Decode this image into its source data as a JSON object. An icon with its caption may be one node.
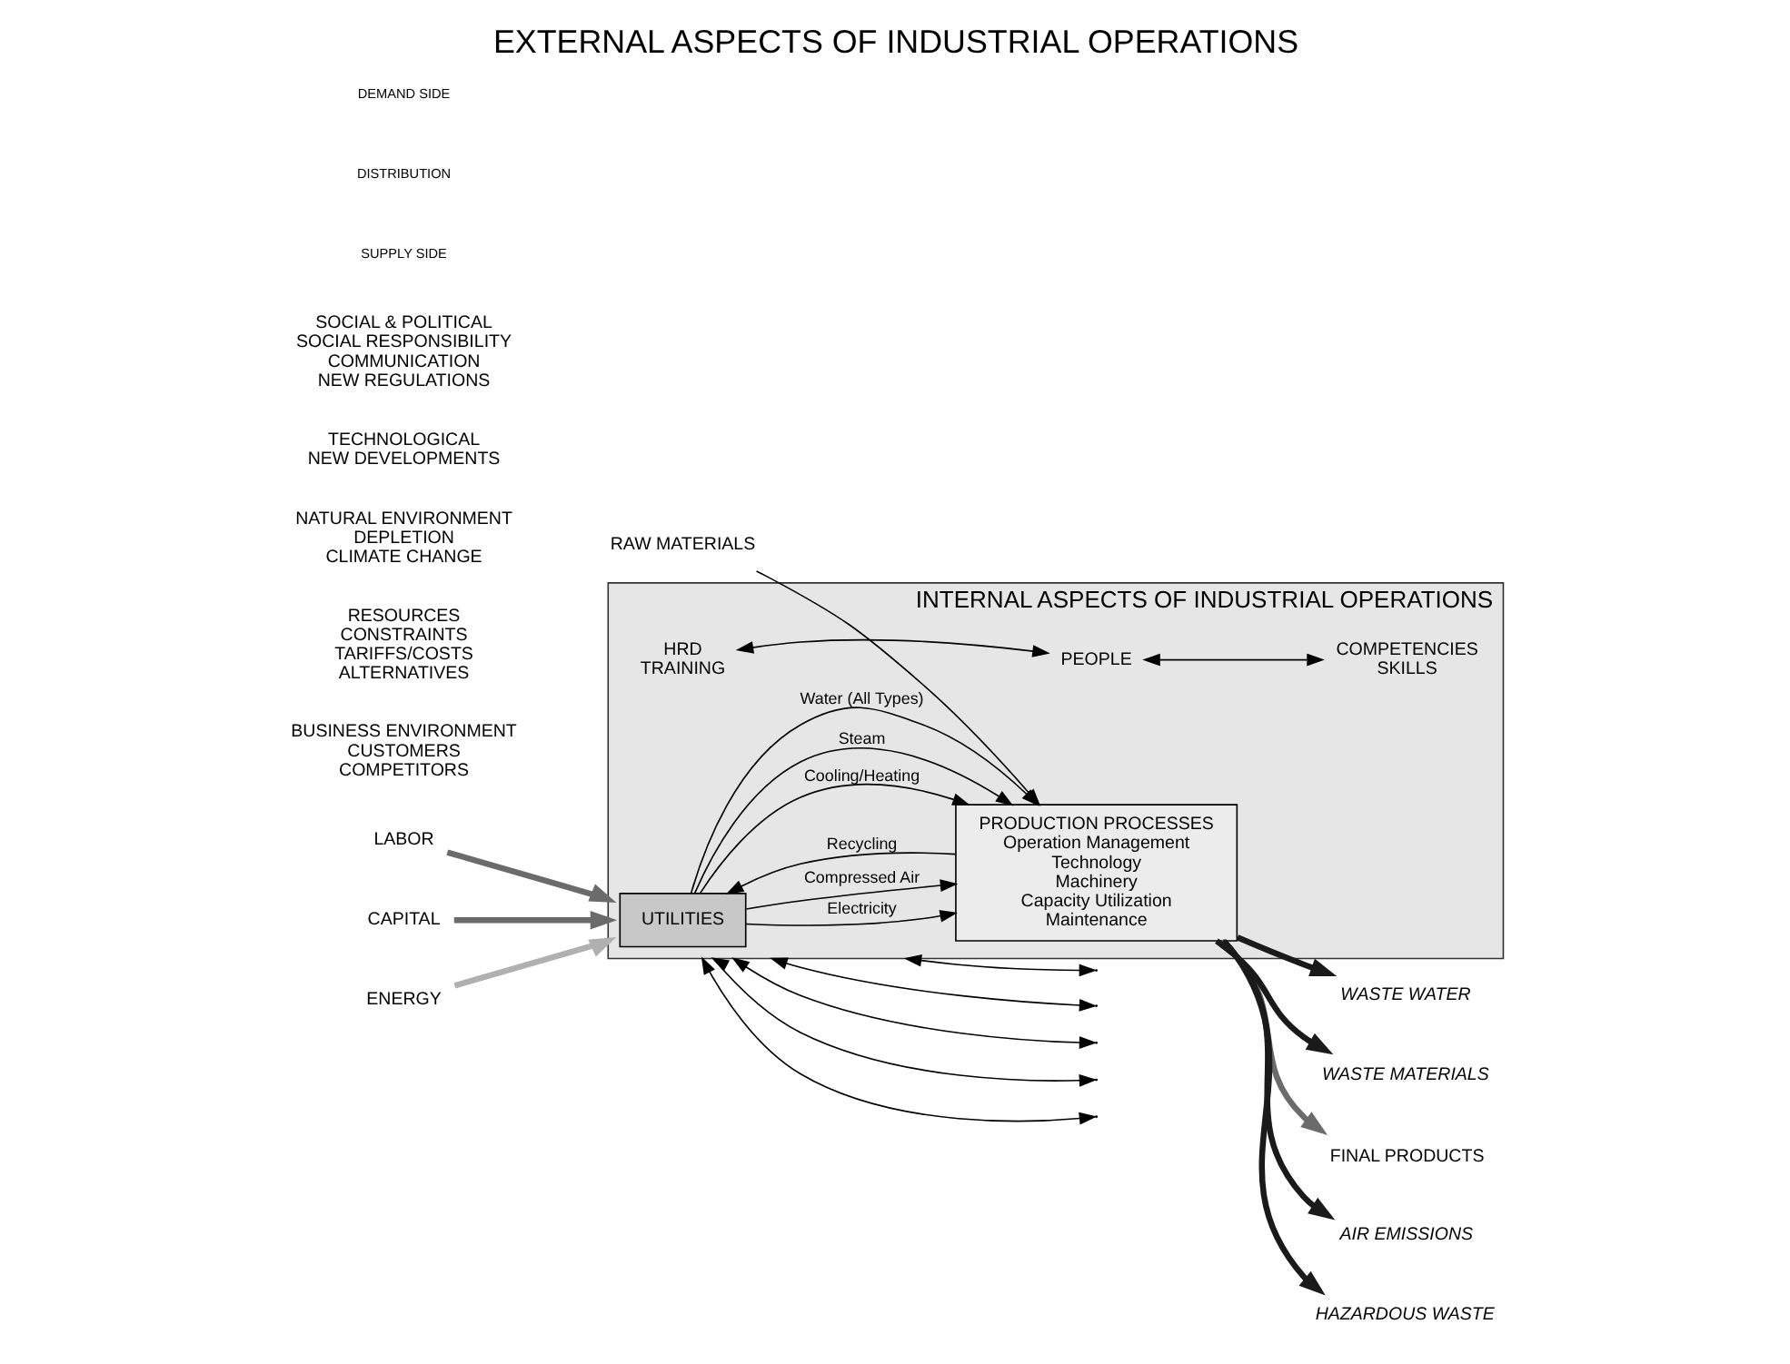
{
  "diagram": {
    "title": "EXTERNAL ASPECTS OF INDUSTRIAL OPERATIONS",
    "nodes": [
      {
        "text": [
          "INTERNAL ASPECTS OF INDUSTRIAL OPERATIONS"
        ]
      },
      {
        "text": [
          "BUSINESS ENVIRONMENT",
          "CUSTOMERS",
          "COMPETITORS"
        ]
      },
      {
        "text": [
          "RESOURCES",
          "CONSTRAINTS",
          "TARIFFS/COSTS",
          "ALTERNATIVES"
        ]
      },
      {
        "text": [
          "NATURAL ENVIRONMENT",
          "DEPLETION",
          "CLIMATE CHANGE"
        ]
      },
      {
        "text": [
          "TECHNOLOGICAL",
          "NEW DEVELOPMENTS"
        ]
      },
      {
        "text": [
          "SOCIAL & POLITICAL",
          "SOCIAL RESPONSIBILITY",
          "COMMUNICATION",
          "NEW REGULATIONS"
        ]
      },
      {
        "text": [
          "LABOR"
        ]
      },
      {
        "text": [
          "CAPITAL"
        ]
      },
      {
        "text": [
          "ENERGY"
        ]
      },
      {
        "text": [
          "RAW MATERIALS"
        ]
      },
      {
        "text": [
          "UTILITIES"
        ],
        "in": 0
      },
      {
        "text": [
          "PRODUCTION PROCESSES",
          "Operation Management",
          "Technology",
          "Machinery",
          "Capacity Utilization",
          "Maintenance"
        ],
        "in": 0
      },
      {
        "text": [
          "FINAL PRODUCTS"
        ]
      },
      {
        "text": [
          "AIR EMISSIONS"
        ]
      },
      {
        "text": [
          "HAZARDOUS WASTE"
        ]
      },
      {
        "text": [
          "WASTE WATER"
        ]
      },
      {
        "text": [
          "WASTE MATERIALS"
        ]
      },
      {
        "text": [
          "HRD",
          "TRAINING"
        ],
        "in": 0
      },
      {
        "text": [
          "PEOPLE"
        ],
        "in": 0
      },
      {
        "text": [
          "COMPETENCIES",
          "SKILLS"
        ],
        "in": 0
      }
    ],
    "edges": [
      {
        "from": 6,
        "to": 0,
        "arrow": "to",
        "style": "thick",
        "color": "#6b6b6b"
      },
      {
        "from": 7,
        "to": 0,
        "arrow": "to",
        "style": "thick",
        "color": "#6b6b6b"
      },
      {
        "from": 8,
        "to": 0,
        "arrow": "to",
        "style": "thick",
        "color": "#b0b0b0"
      },
      {
        "from": 9,
        "to": 11,
        "arrow": "to"
      },
      {
        "from": 10,
        "to": 11,
        "label": "Cooling/Heating",
        "arrow": "to"
      },
      {
        "from": 10,
        "to": 11,
        "label": "Steam",
        "arrow": "to"
      },
      {
        "from": 10,
        "to": 11,
        "label": "Water (All Types)",
        "arrow": "to"
      },
      {
        "from": 10,
        "to": 11,
        "label": "Electricity",
        "arrow": "to"
      },
      {
        "from": 10,
        "to": 11,
        "label": "Compressed Air",
        "arrow": "to"
      },
      {
        "from": 11,
        "to": 10,
        "label": "Recycling",
        "arrow": "to"
      },
      {
        "from": 11,
        "to": 12,
        "arrow": "to",
        "style": "thick",
        "color": "#6b6b6b"
      },
      {
        "from": 11,
        "to": 13,
        "arrow": "to",
        "style": "thick",
        "color": "#1a1a1a"
      },
      {
        "from": 11,
        "to": 14,
        "arrow": "to",
        "style": "thick",
        "color": "#1a1a1a"
      },
      {
        "from": 11,
        "to": 15,
        "arrow": "to",
        "style": "thick",
        "color": "#1a1a1a"
      },
      {
        "from": 11,
        "to": 16,
        "arrow": "to",
        "style": "thick",
        "color": "#1a1a1a"
      },
      {
        "from": 17,
        "to": 18,
        "arrow": "both"
      },
      {
        "from": 18,
        "to": 19,
        "arrow": "both"
      },
      {
        "from": 0,
        "to": null,
        "arrow": "both"
      },
      {
        "from": 0,
        "to": null,
        "arrow": "both"
      },
      {
        "from": 0,
        "to": null,
        "arrow": "both"
      },
      {
        "from": 0,
        "to": null,
        "arrow": "both"
      },
      {
        "from": 0,
        "to": null,
        "arrow": "both"
      }
    ],
    "labels": [
      "SUPPLY SIDE",
      "DISTRIBUTION",
      "DEMAND SIDE"
    ]
  }
}
